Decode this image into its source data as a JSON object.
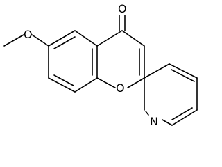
{
  "molecule": {
    "atoms": {
      "carbonyl_oxygen": "O",
      "ring_oxygen": "O",
      "pyridine_nitrogen": "N"
    }
  },
  "colors": {
    "bond": "#000000",
    "background": "#ffffff"
  }
}
